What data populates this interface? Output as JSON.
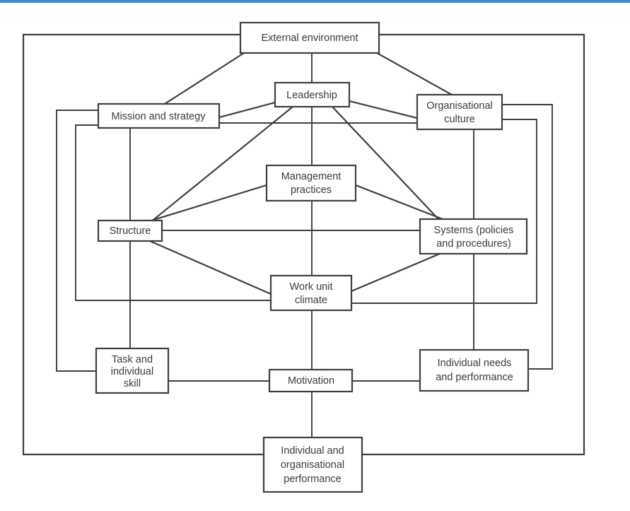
{
  "page": {
    "title": "Burke-Litwin organisational performance and change model",
    "accent_color": "#3c8dd5",
    "line_color": "#3f3f3f",
    "box_fill": "#ffffff",
    "background": "#ffffff"
  },
  "nodes": {
    "external_environment": {
      "label": "External environment",
      "lines": [
        "External environment"
      ]
    },
    "leadership": {
      "label": "Leadership",
      "lines": [
        "Leadership"
      ]
    },
    "mission_and_strategy": {
      "label": "Mission and strategy",
      "lines": [
        "Mission and strategy"
      ]
    },
    "organisational_culture": {
      "label": "Organisational culture",
      "lines": [
        "Organisational",
        "culture"
      ]
    },
    "management_practices": {
      "label": "Management practices",
      "lines": [
        "Management",
        "practices"
      ]
    },
    "structure": {
      "label": "Structure",
      "lines": [
        "Structure"
      ]
    },
    "systems": {
      "label": "Systems (policies and procedures)",
      "lines": [
        "Systems (policies",
        "and procedures)"
      ]
    },
    "work_unit_climate": {
      "label": "Work unit climate",
      "lines": [
        "Work unit",
        "climate"
      ]
    },
    "task_and_individual_skill": {
      "label": "Task and individual skill",
      "lines": [
        "Task and",
        "individual",
        "skill"
      ]
    },
    "motivation": {
      "label": "Motivation",
      "lines": [
        "Motivation"
      ]
    },
    "individual_needs_and_performance": {
      "label": "Individual needs and performance",
      "lines": [
        "Individual needs",
        "and performance"
      ]
    },
    "individual_and_organisational_performance": {
      "label": "Individual and organisational performance",
      "lines": [
        "Individual and",
        "organisational",
        "performance"
      ]
    }
  },
  "connections": [
    {
      "from": "external_environment",
      "to": "mission_and_strategy"
    },
    {
      "from": "external_environment",
      "to": "leadership"
    },
    {
      "from": "external_environment",
      "to": "organisational_culture"
    },
    {
      "from": "external_environment",
      "to": "individual_and_organisational_performance",
      "style": "outer-frame"
    },
    {
      "from": "leadership",
      "to": "mission_and_strategy"
    },
    {
      "from": "leadership",
      "to": "organisational_culture"
    },
    {
      "from": "leadership",
      "to": "structure"
    },
    {
      "from": "leadership",
      "to": "systems"
    },
    {
      "from": "leadership",
      "to": "management_practices"
    },
    {
      "from": "mission_and_strategy",
      "to": "organisational_culture"
    },
    {
      "from": "mission_and_strategy",
      "to": "task_and_individual_skill",
      "style": "orthogonal"
    },
    {
      "from": "mission_and_strategy",
      "to": "work_unit_climate",
      "style": "orthogonal"
    },
    {
      "from": "organisational_culture",
      "to": "individual_needs_and_performance",
      "style": "orthogonal"
    },
    {
      "from": "organisational_culture",
      "to": "work_unit_climate",
      "style": "orthogonal"
    },
    {
      "from": "management_practices",
      "to": "structure"
    },
    {
      "from": "management_practices",
      "to": "systems"
    },
    {
      "from": "management_practices",
      "to": "work_unit_climate"
    },
    {
      "from": "structure",
      "to": "systems"
    },
    {
      "from": "structure",
      "to": "work_unit_climate"
    },
    {
      "from": "systems",
      "to": "work_unit_climate"
    },
    {
      "from": "work_unit_climate",
      "to": "motivation"
    },
    {
      "from": "task_and_individual_skill",
      "to": "motivation"
    },
    {
      "from": "motivation",
      "to": "individual_needs_and_performance"
    },
    {
      "from": "motivation",
      "to": "individual_and_organisational_performance"
    },
    {
      "from": "task_and_individual_skill",
      "to": "individual_and_organisational_performance",
      "style": "orthogonal"
    },
    {
      "from": "individual_needs_and_performance",
      "to": "individual_and_organisational_performance",
      "style": "orthogonal"
    }
  ]
}
